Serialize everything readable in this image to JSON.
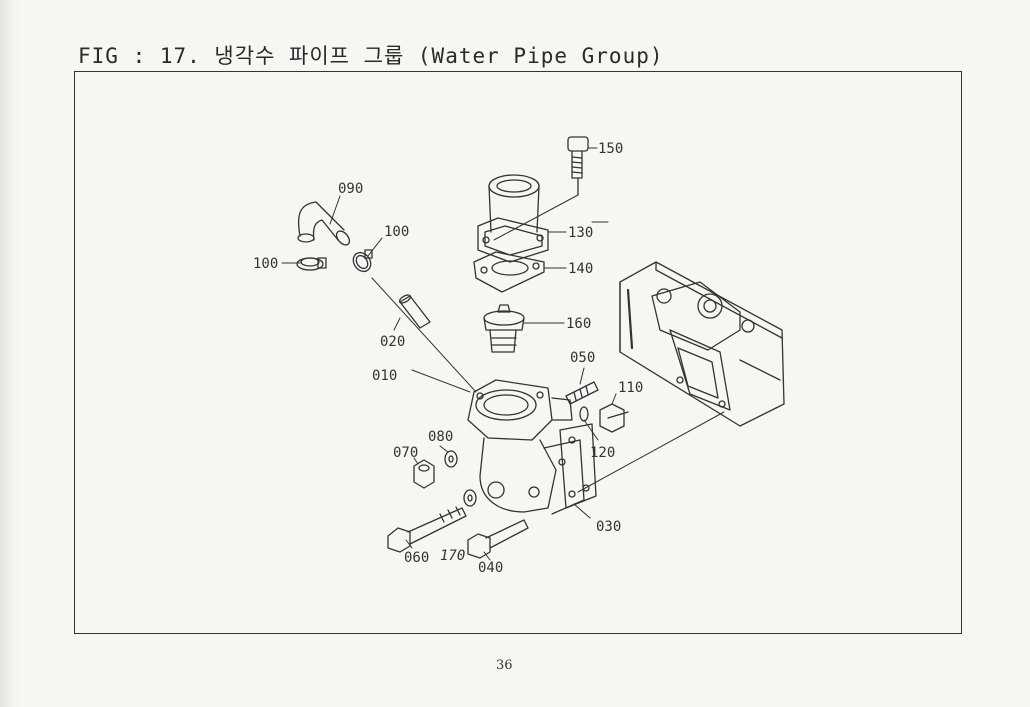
{
  "page": {
    "title": "FIG : 17. 냉각수 파이프 그룹 (Water Pipe Group)",
    "page_number": "36"
  },
  "callouts": {
    "c150": "150",
    "c130": "130",
    "c140": "140",
    "c160": "160",
    "c090": "090",
    "c100a": "100",
    "c100b": "100",
    "c020": "020",
    "c010": "010",
    "c050": "050",
    "c110": "110",
    "c120": "120",
    "c080": "080",
    "c070": "070",
    "c030": "030",
    "c060": "060",
    "c170": "170",
    "c040": "040"
  }
}
